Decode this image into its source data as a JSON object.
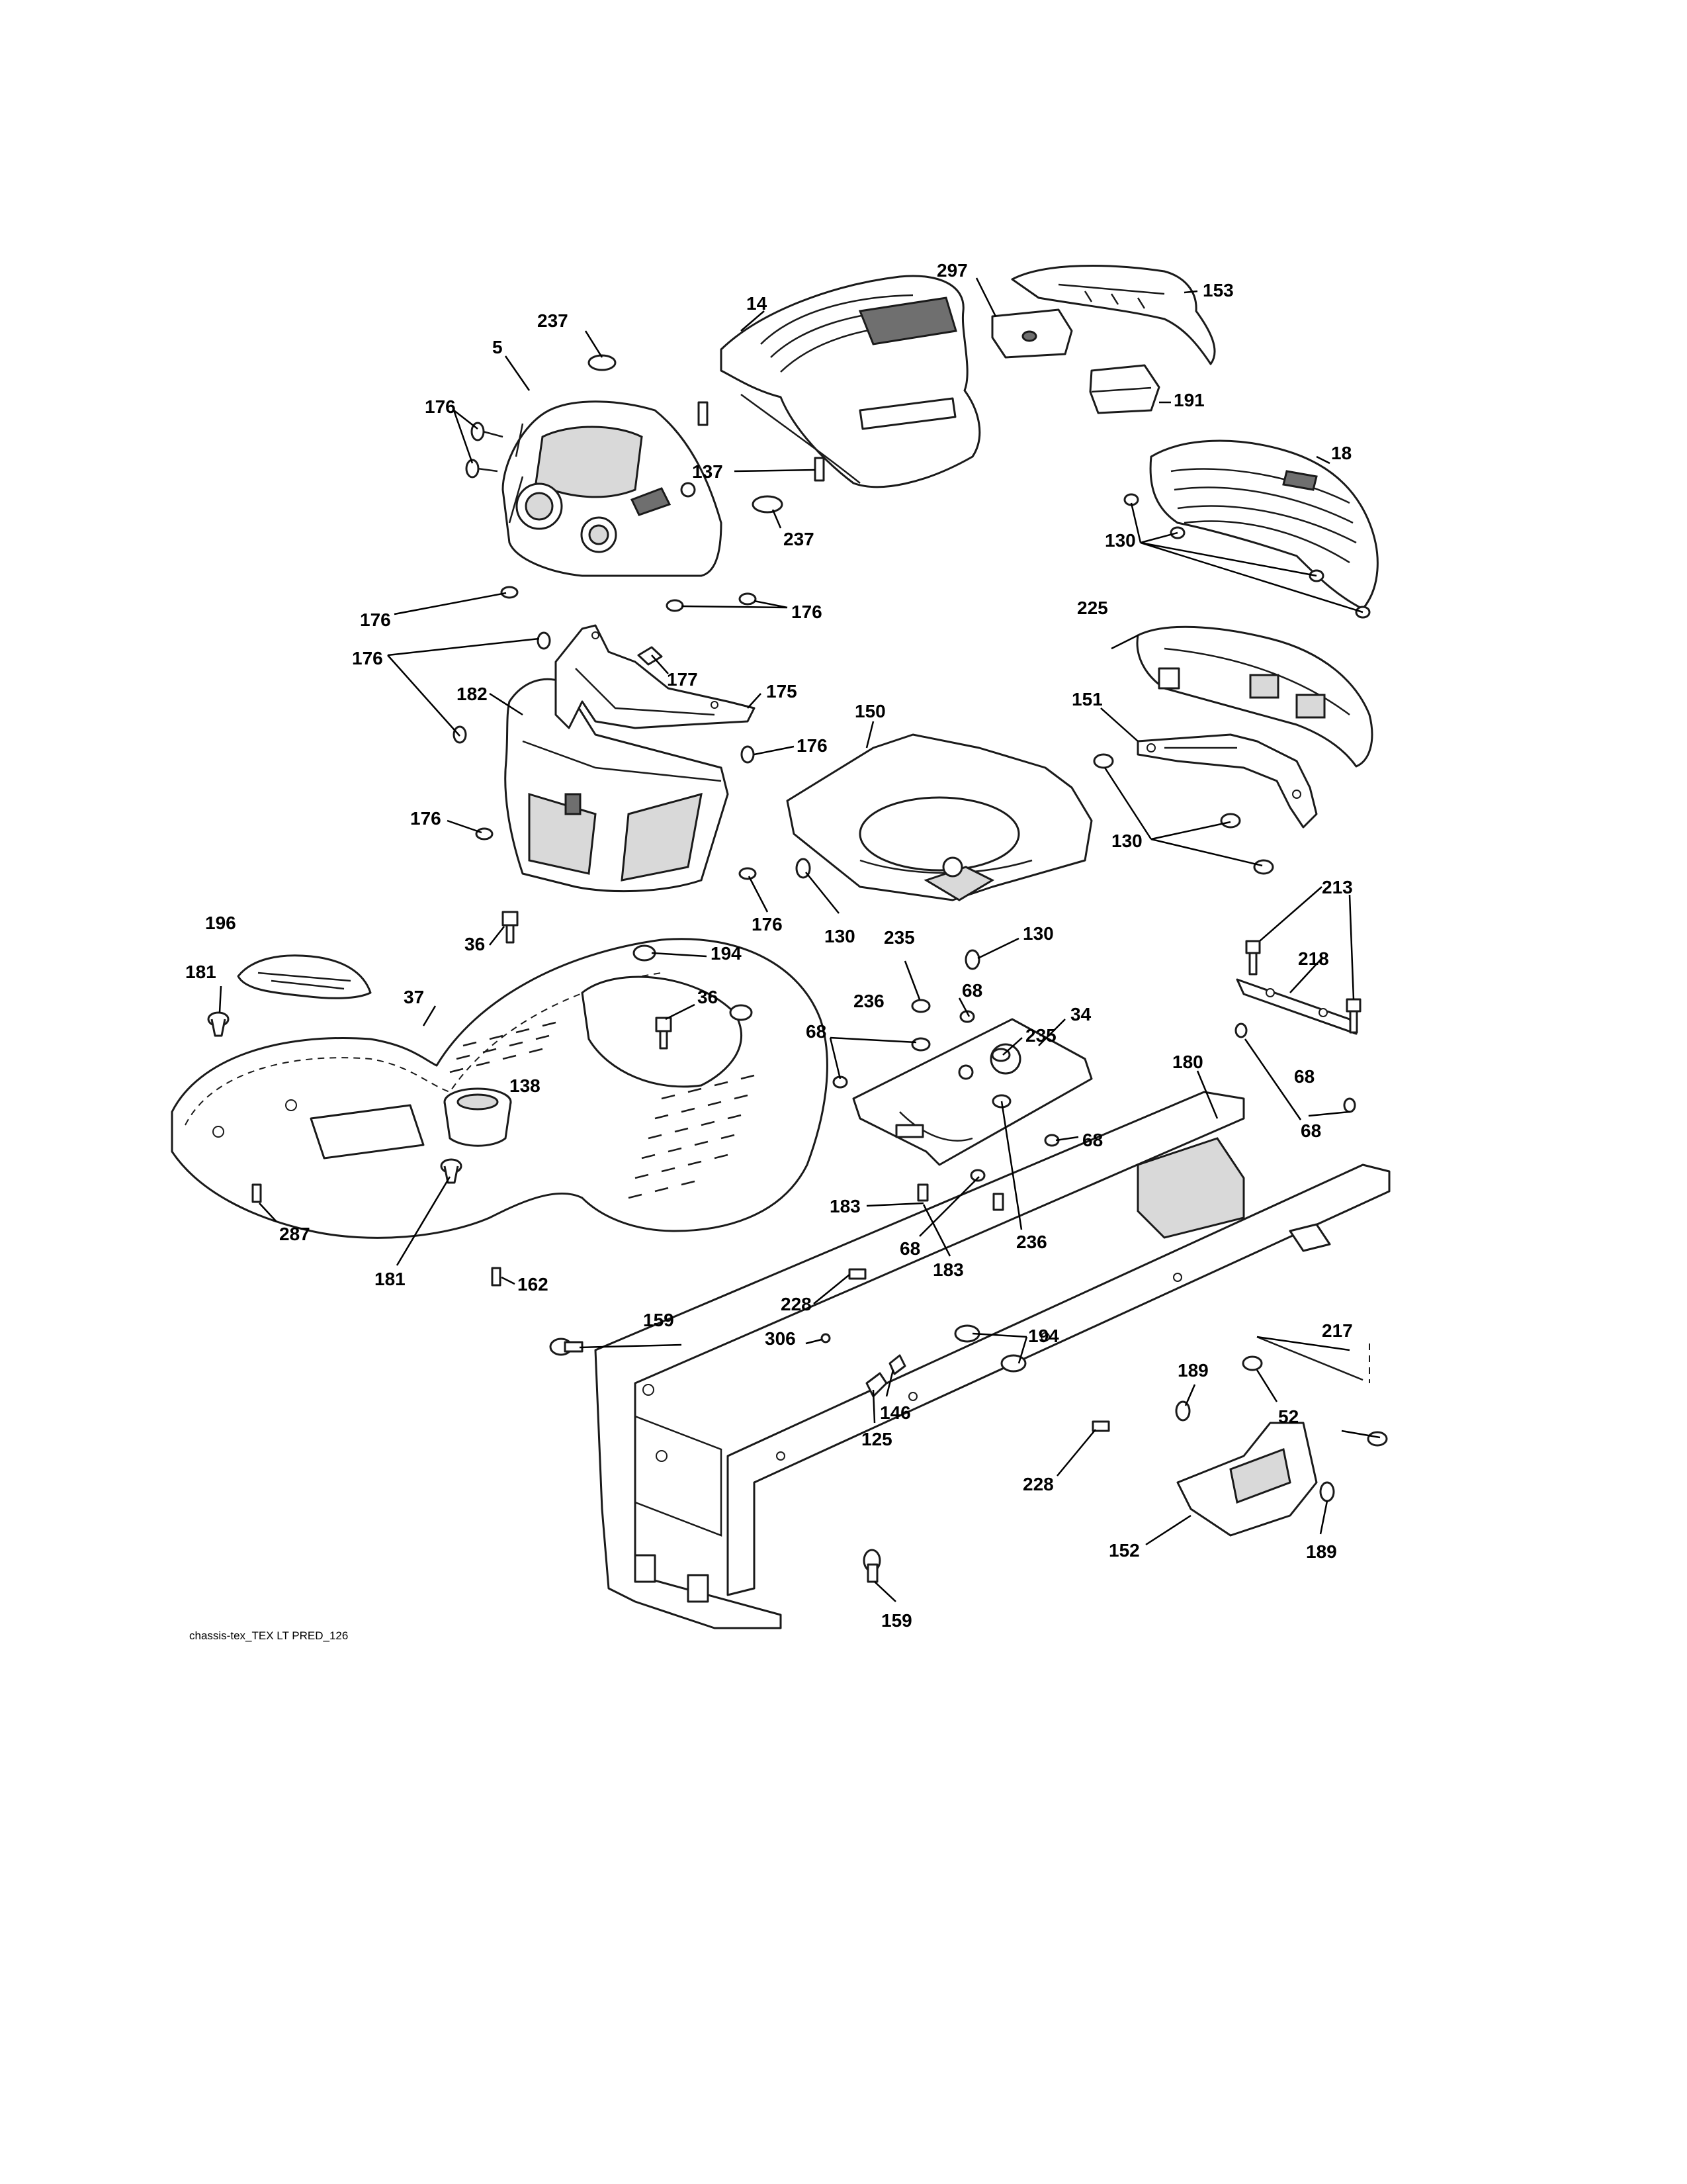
{
  "diagram": {
    "caption": "chassis-tex_TEX LT PRED_126",
    "callouts": {
      "p237a": "237",
      "p14": "14",
      "p297": "297",
      "p153": "153",
      "p191": "191",
      "p5": "5",
      "p176a": "176",
      "p137": "137",
      "p237b": "237",
      "p18": "18",
      "p130a": "130",
      "p176b": "176",
      "p176c": "176",
      "p225": "225",
      "p176d": "176",
      "p177": "177",
      "p175": "175",
      "p182": "182",
      "p150": "150",
      "p151": "151",
      "p176e": "176",
      "p176f": "176",
      "p130b": "130",
      "p176g": "176",
      "p130c": "130",
      "p196": "196",
      "p36a": "36",
      "p194a": "194",
      "p235a": "235",
      "p130d": "130",
      "p213": "213",
      "p181a": "181",
      "p37": "37",
      "p36b": "36",
      "p68a": "68",
      "p34": "34",
      "p218": "218",
      "p236a": "236",
      "p68b": "68",
      "p235b": "235",
      "p180": "180",
      "p138": "138",
      "p68c": "68",
      "p68d": "68",
      "p68e": "68",
      "p287": "287",
      "p183a": "183",
      "p68f": "68",
      "p236b": "236",
      "p183b": "183",
      "p181b": "181",
      "p162": "162",
      "p228a": "228",
      "p159a": "159",
      "p306": "306",
      "p194b": "194",
      "p217": "217",
      "p189a": "189",
      "p146": "146",
      "p125": "125",
      "p52": "52",
      "p228b": "228",
      "p152": "152",
      "p189b": "189",
      "p159b": "159"
    }
  }
}
